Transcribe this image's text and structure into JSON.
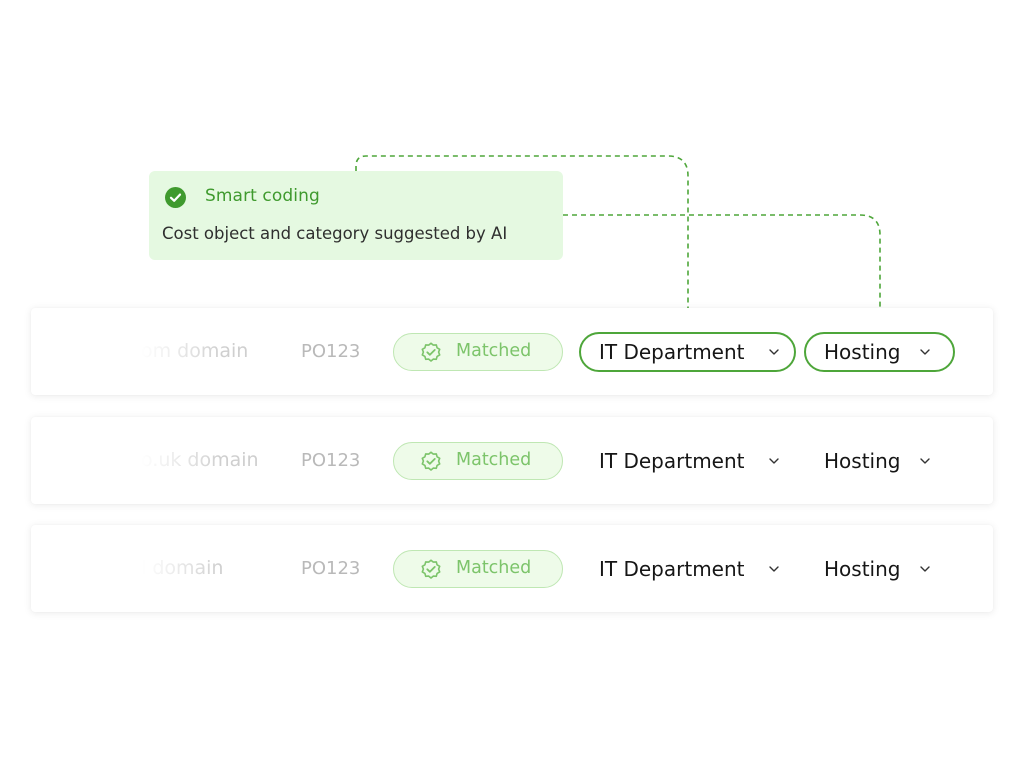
{
  "callout": {
    "title": "Smart coding",
    "subtitle": "Cost object and category suggested by AI",
    "icon": "check-circle-icon"
  },
  "colors": {
    "accent": "#4ea63a",
    "callout_bg": "#e5f9e1",
    "badge_bg": "#eefbe9",
    "badge_text": "#7cc46a"
  },
  "rows": [
    {
      "domain": "om domain",
      "po": "PO123",
      "status": "Matched",
      "status_icon": "verified-badge-icon",
      "cost_object": "IT Department",
      "category": "Hosting",
      "suggested": true
    },
    {
      "domain": "o.uk domain",
      "po": "PO123",
      "status": "Matched",
      "status_icon": "verified-badge-icon",
      "cost_object": "IT Department",
      "category": "Hosting",
      "suggested": false
    },
    {
      "domain": "l domain",
      "po": "PO123",
      "status": "Matched",
      "status_icon": "verified-badge-icon",
      "cost_object": "IT Department",
      "category": "Hosting",
      "suggested": false
    }
  ]
}
